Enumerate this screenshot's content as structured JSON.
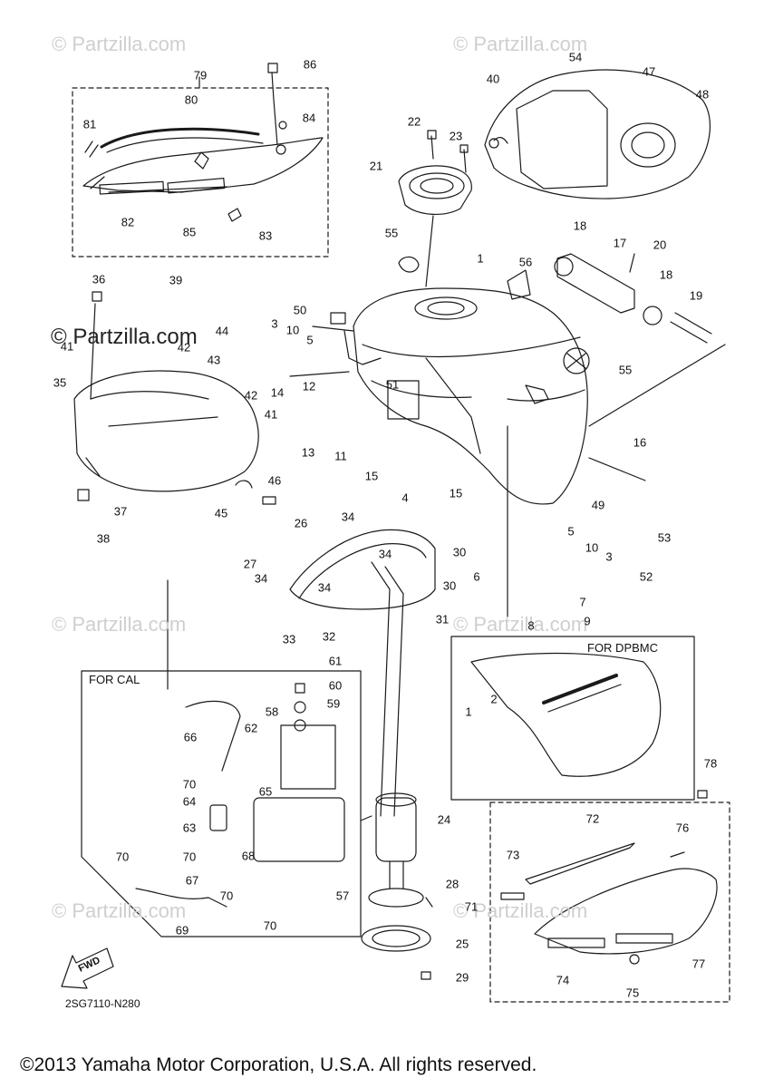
{
  "watermarks": {
    "faint": "© Partzilla.com",
    "strong": "© Partzilla.com"
  },
  "boxes": {
    "cal_title": "FOR CAL",
    "dpbmc_title": "FOR DPBMC"
  },
  "fwd_label": "FWD",
  "diagram_code": "2SG7110-N280",
  "copyright": "©2013 Yamaha Motor Corporation, U.S.A. All rights reserved.",
  "callouts": [
    "1",
    "2",
    "3",
    "4",
    "5",
    "6",
    "7",
    "8",
    "9",
    "10",
    "11",
    "12",
    "13",
    "14",
    "15",
    "16",
    "17",
    "18",
    "19",
    "20",
    "21",
    "22",
    "23",
    "24",
    "25",
    "26",
    "27",
    "28",
    "29",
    "30",
    "31",
    "32",
    "33",
    "34",
    "35",
    "36",
    "37",
    "38",
    "39",
    "40",
    "41",
    "42",
    "43",
    "44",
    "45",
    "46",
    "47",
    "48",
    "49",
    "50",
    "51",
    "52",
    "53",
    "54",
    "55",
    "56",
    "57",
    "58",
    "59",
    "60",
    "61",
    "62",
    "63",
    "64",
    "65",
    "66",
    "67",
    "68",
    "69",
    "70",
    "71",
    "72",
    "73",
    "74",
    "75",
    "76",
    "77",
    "78",
    "79",
    "80",
    "81",
    "82",
    "83",
    "84",
    "85",
    "86"
  ],
  "colors": {
    "line": "#1a1a1a",
    "watermark": "#cfcfcf"
  }
}
